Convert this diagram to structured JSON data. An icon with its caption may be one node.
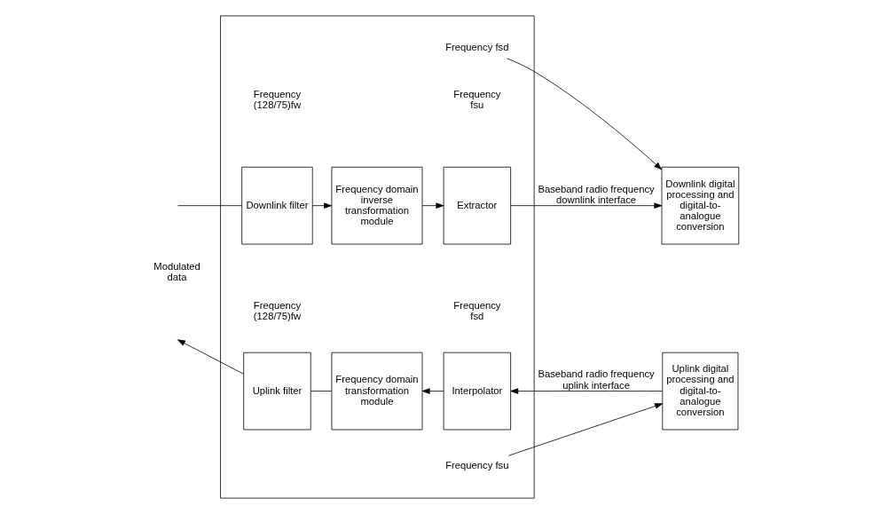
{
  "diagram": {
    "nodes": [
      {
        "text": [],
        "shape": "box"
      },
      {
        "text": [
          "Downlink filter"
        ],
        "in": 0
      },
      {
        "text": [
          "Frequency domain inverse transformation module"
        ],
        "in": 0
      },
      {
        "text": [
          "Extractor"
        ],
        "in": 0
      },
      {
        "text": [
          "Frequency fsd"
        ],
        "in": 0
      },
      {
        "text": [
          "Downlink digital processing and digital-to-analogue conversion"
        ]
      },
      {
        "text": [
          "Uplink filter"
        ],
        "in": 0
      },
      {
        "text": [
          "Frequency domain transformation module"
        ],
        "in": 0
      },
      {
        "text": [
          "Interpolator"
        ],
        "in": 0
      },
      {
        "text": [
          "Frequency fsu"
        ],
        "in": 0
      },
      {
        "text": [
          "Uplink digital processing and digital-to-analogue conversion"
        ]
      }
    ],
    "edges": [
      {
        "from": null,
        "to": 1,
        "arrow": "none"
      },
      {
        "from": 1,
        "to": 2,
        "arrow": "to"
      },
      {
        "from": 2,
        "to": 3,
        "arrow": "to"
      },
      {
        "from": 3,
        "to": 5,
        "arrow": "to",
        "label": "Baseband radio frequency downlink interface"
      },
      {
        "from": 4,
        "to": 5,
        "arrow": "to"
      },
      {
        "from": 10,
        "to": 8,
        "arrow": "to",
        "label": "Baseband radio frequency uplink interface"
      },
      {
        "from": 8,
        "to": 7,
        "arrow": "to"
      },
      {
        "from": 7,
        "to": 6,
        "arrow": "none"
      },
      {
        "from": 6,
        "to": null,
        "arrow": "to"
      },
      {
        "from": 9,
        "to": 10,
        "arrow": "to"
      }
    ],
    "labels": [
      "Frequency (128/75)fw",
      "Frequency fsd",
      "Modulated data",
      "Frequency (128/75)fw",
      "Frequency fsu"
    ]
  }
}
